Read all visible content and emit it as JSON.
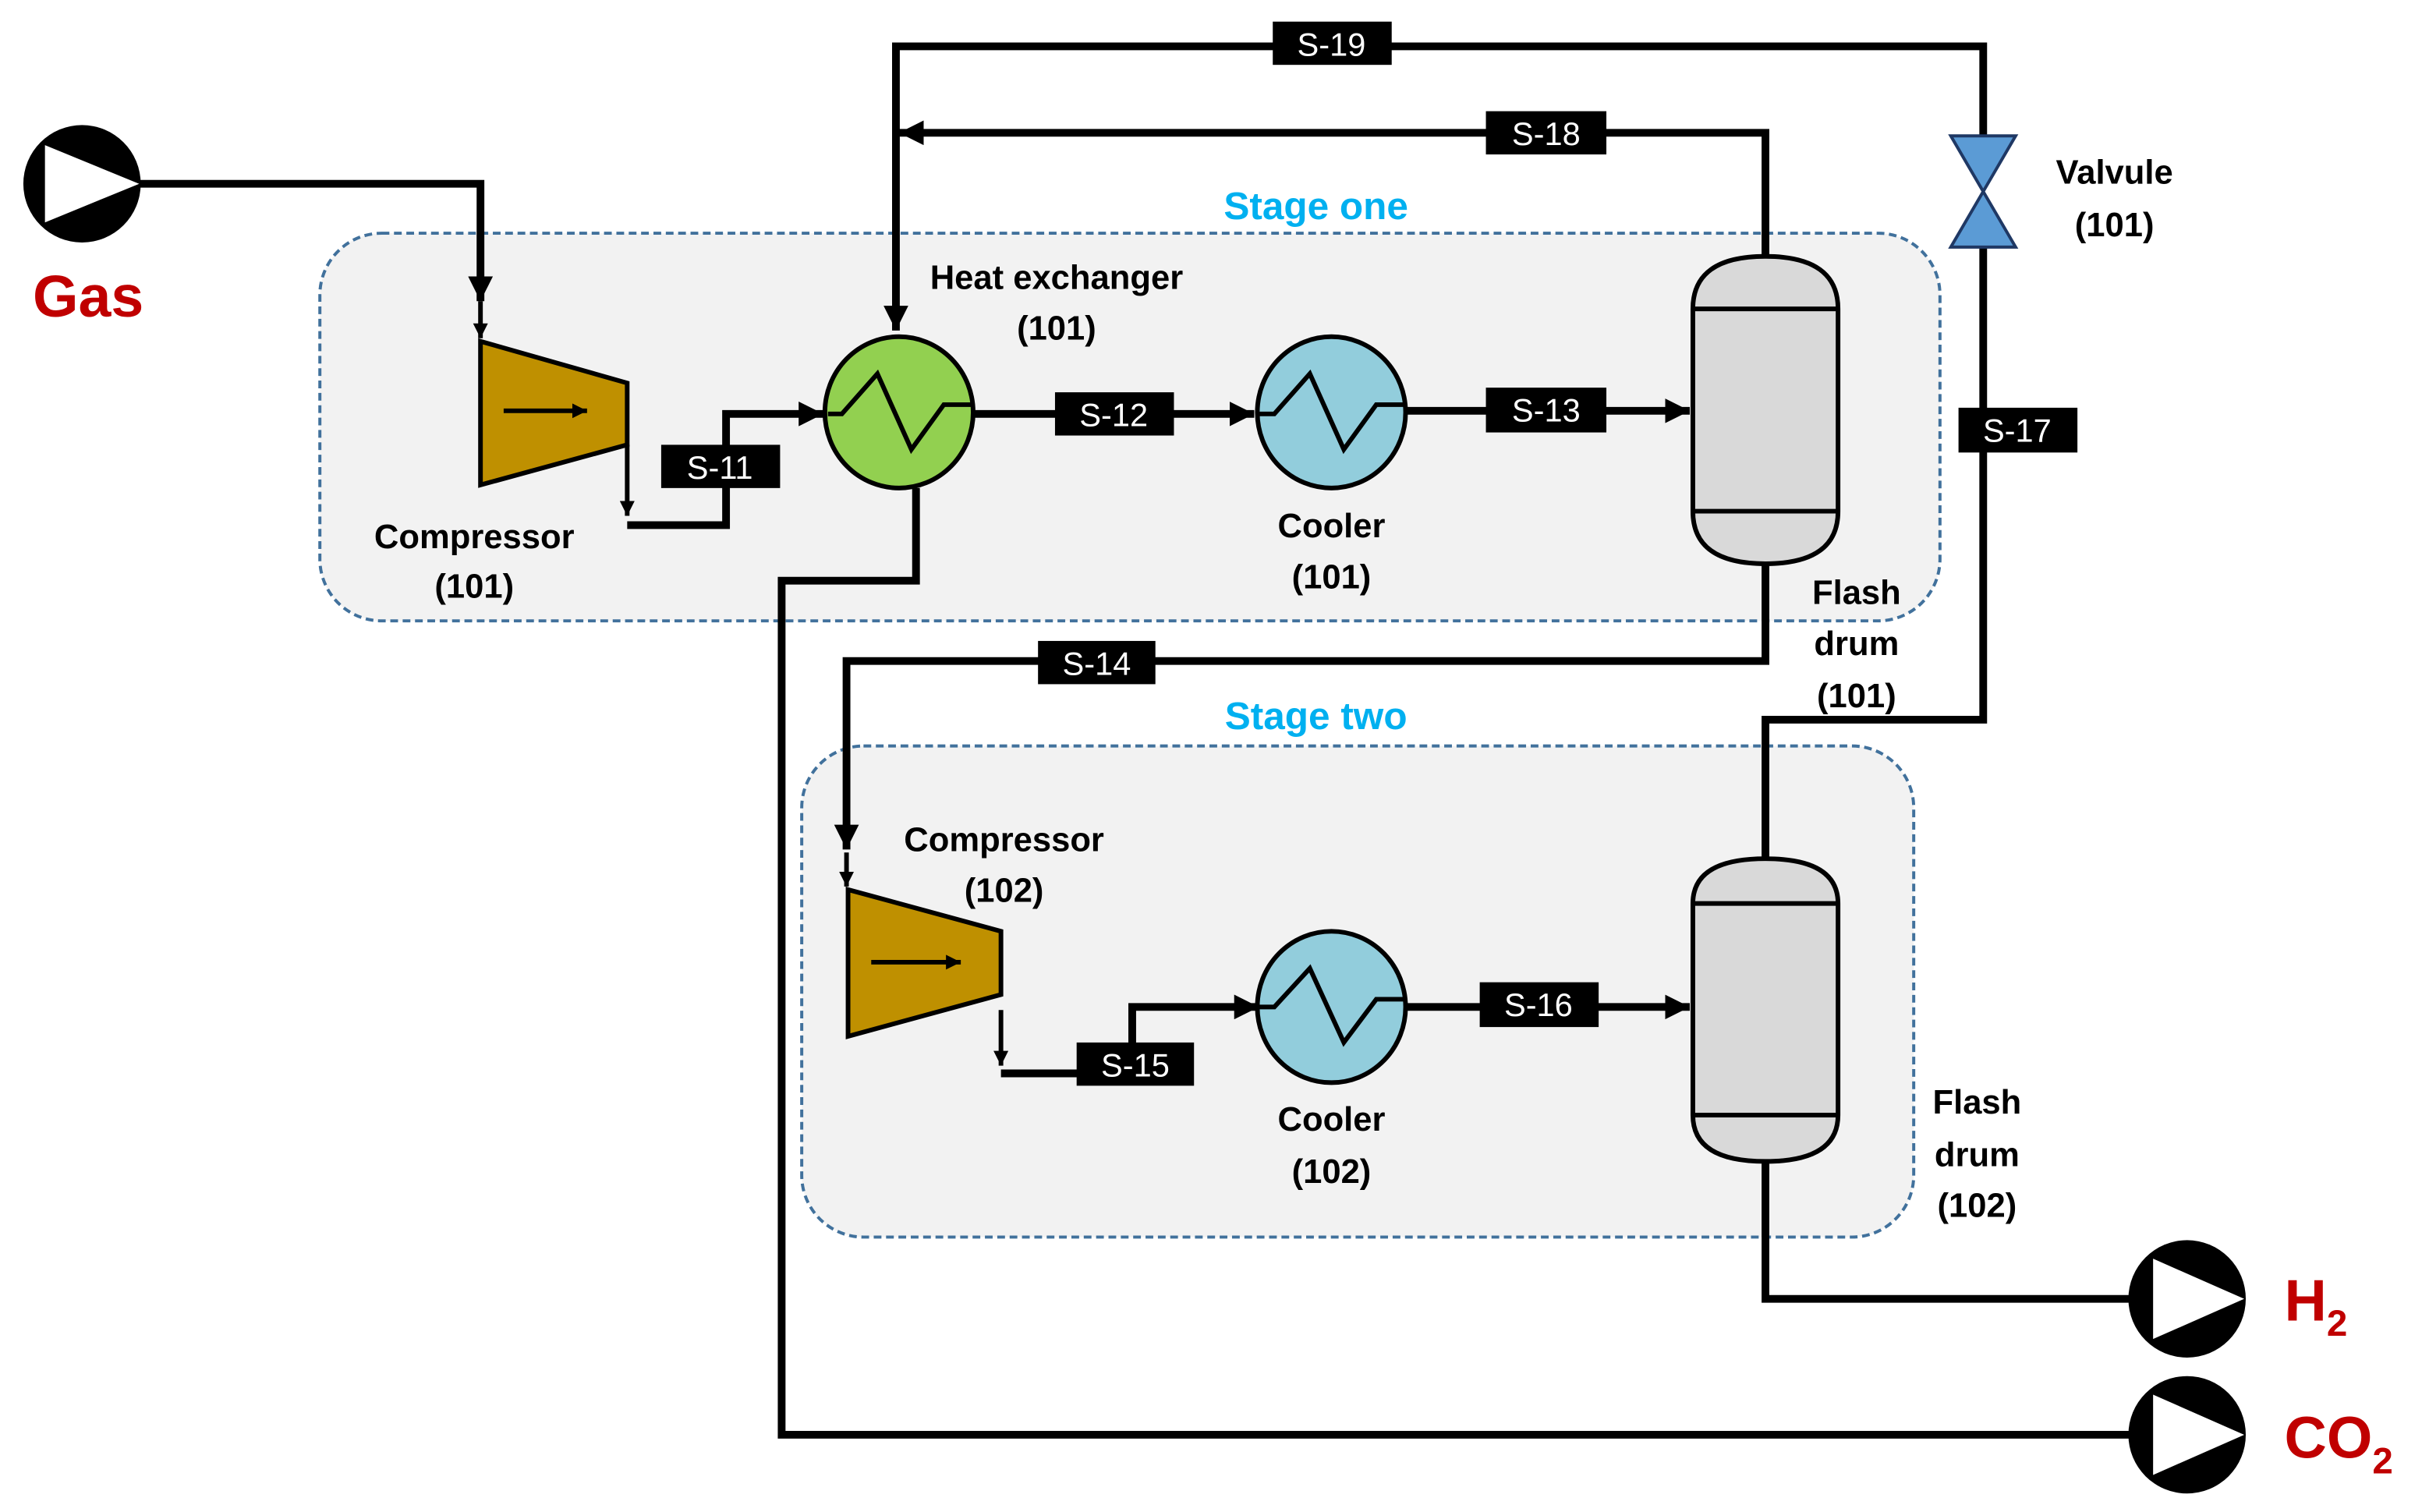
{
  "colors": {
    "zone_fill": "#f2f2f2",
    "zone_border": "#41719c",
    "stage_label": "#00b0f0",
    "io_label": "#c00000",
    "compressor": "#bf9000",
    "heat_exchanger": "#92d050",
    "cooler": "#92cddc",
    "flash_drum": "#d9d9d9",
    "valve": "#5b9bd5",
    "stream_tag": "#000000"
  },
  "stages": [
    {
      "label": "Stage one"
    },
    {
      "label": "Stage two"
    }
  ],
  "io": {
    "gas": "Gas",
    "h2_main": "H",
    "h2_sub": "2",
    "co2_main": "CO",
    "co2_sub": "2"
  },
  "equipment": {
    "compressor_101": {
      "name": "Compressor",
      "id": "(101)"
    },
    "heat_exchanger_101": {
      "name": "Heat exchanger",
      "id": "(101)"
    },
    "cooler_101": {
      "name": "Cooler",
      "id": "(101)"
    },
    "flash_drum_101": {
      "name1": "Flash",
      "name2": "drum",
      "id": "(101)"
    },
    "valve_101": {
      "name": "Valvule",
      "id": "(101)"
    },
    "compressor_102": {
      "name": "Compressor",
      "id": "(102)"
    },
    "cooler_102": {
      "name": "Cooler",
      "id": "(102)"
    },
    "flash_drum_102": {
      "name1": "Flash",
      "name2": "drum",
      "id": "(102)"
    }
  },
  "streams": {
    "s11": "S-11",
    "s12": "S-12",
    "s13": "S-13",
    "s14": "S-14",
    "s15": "S-15",
    "s16": "S-16",
    "s17": "S-17",
    "s18": "S-18",
    "s19": "S-19"
  }
}
